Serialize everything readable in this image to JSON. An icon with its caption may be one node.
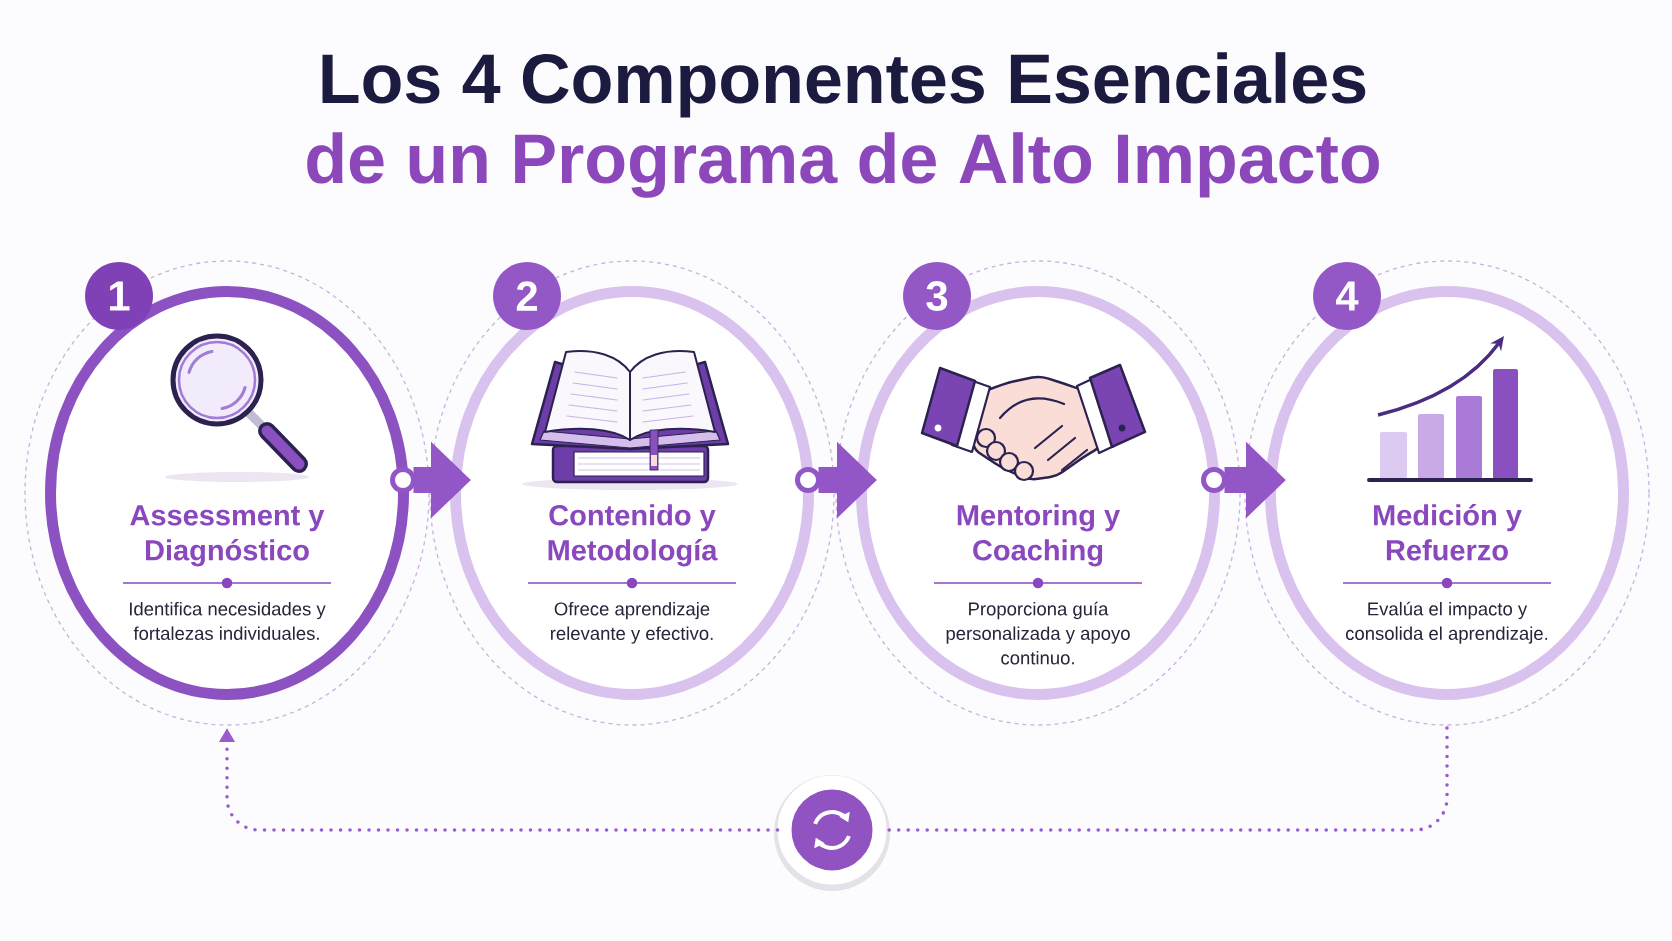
{
  "diagram": {
    "title": "Los 4 Componentes Esenciales de un Programa de Alto Impacto",
    "nodes": [
      {
        "text": [
          "1"
        ]
      },
      {
        "text": [
          "Assessment y Diagnóstico",
          "Identifica necesidades y fortalezas individuales."
        ]
      },
      {
        "text": [
          "2"
        ]
      },
      {
        "text": [
          "Contenido y Metodología",
          "Ofrece aprendizaje relevante y efectivo."
        ]
      },
      {
        "text": [
          "3"
        ]
      },
      {
        "text": [
          "Mentoring y Coaching",
          "Proporciona guía personalizada y apoyo continuo."
        ]
      },
      {
        "text": [
          "4"
        ]
      },
      {
        "text": [
          "Medición y Refuerzo",
          "Evalúa el impacto y consolida el aprendizaje."
        ]
      },
      {
        "text": [],
        "shape": "circle"
      }
    ],
    "edges": [
      {
        "from": 1,
        "to": 3,
        "arrow": "to"
      },
      {
        "from": 3,
        "to": 5,
        "arrow": "to"
      },
      {
        "from": 5,
        "to": 7,
        "arrow": "to"
      },
      {
        "from": 7,
        "to": 8,
        "arrow": "none",
        "style": "dashed"
      },
      {
        "from": 8,
        "to": 1,
        "arrow": "to",
        "style": "dashed"
      }
    ]
  }
}
